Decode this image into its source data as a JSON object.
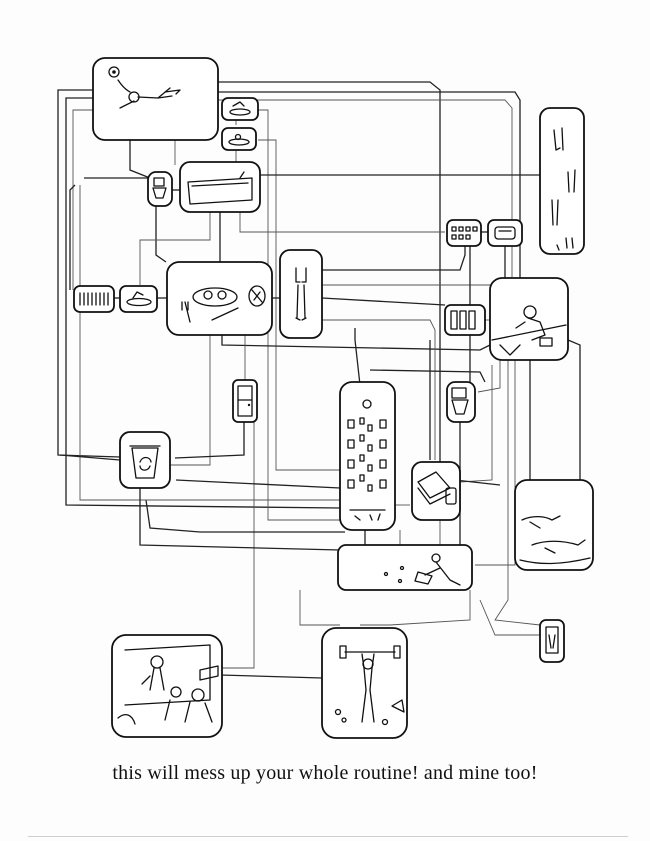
{
  "caption": "this will mess up your whole routine! and mine too!",
  "nodes": [
    {
      "id": "sleeping-person",
      "icon": "sleeping-person-icon"
    },
    {
      "id": "plate-small-a",
      "icon": "plate-icon"
    },
    {
      "id": "plate-small-b",
      "icon": "plate-icon"
    },
    {
      "id": "toilet-left",
      "icon": "toilet-icon"
    },
    {
      "id": "bathtub",
      "icon": "bathtub-icon"
    },
    {
      "id": "breakfast-plate",
      "icon": "breakfast-icon"
    },
    {
      "id": "pills",
      "icon": "pills-icon"
    },
    {
      "id": "soap-dish",
      "icon": "soap-icon"
    },
    {
      "id": "figure-tall",
      "icon": "standing-figure-icon"
    },
    {
      "id": "figures-column",
      "icon": "figures-icon"
    },
    {
      "id": "calculator",
      "icon": "calculator-icon"
    },
    {
      "id": "toaster",
      "icon": "toaster-icon"
    },
    {
      "id": "keyboard",
      "icon": "keyboard-icon"
    },
    {
      "id": "desk-worker",
      "icon": "desk-worker-icon"
    },
    {
      "id": "door",
      "icon": "door-icon"
    },
    {
      "id": "office-building",
      "icon": "building-icon"
    },
    {
      "id": "toilet-right",
      "icon": "toilet-icon"
    },
    {
      "id": "recycle-bin",
      "icon": "recycle-bin-icon"
    },
    {
      "id": "sandwich",
      "icon": "sandwich-icon"
    },
    {
      "id": "swimmers",
      "icon": "swimmers-icon"
    },
    {
      "id": "gardener",
      "icon": "gardener-icon"
    },
    {
      "id": "small-figure",
      "icon": "small-figure-icon"
    },
    {
      "id": "movie-audience",
      "icon": "movie-audience-icon"
    },
    {
      "id": "weightlifter",
      "icon": "weightlifter-icon"
    }
  ]
}
